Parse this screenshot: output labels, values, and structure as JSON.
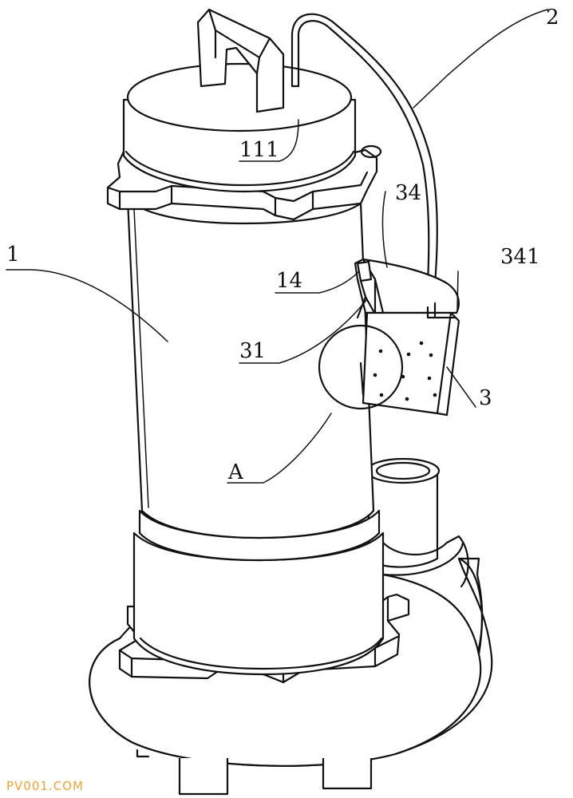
{
  "labels": {
    "l1": "1",
    "l2": "2",
    "l3": "3",
    "l14": "14",
    "l31": "31",
    "l34": "34",
    "l111": "111",
    "l341": "341",
    "lA": "A"
  },
  "watermark": {
    "text": "PV001.COM",
    "color": "#e8a33c"
  },
  "colors": {
    "line": "#111111",
    "background": "#ffffff"
  }
}
